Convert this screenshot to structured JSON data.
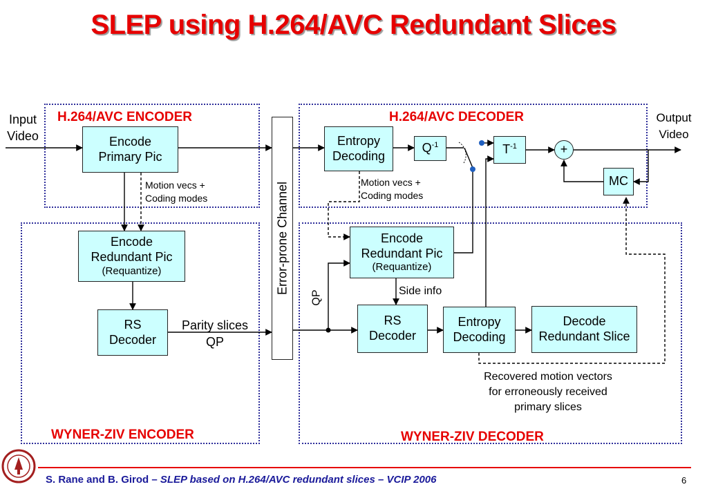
{
  "title": "SLEP using H.264/AVC Redundant Slices",
  "regions": {
    "avc_encoder": "H.264/AVC ENCODER",
    "avc_decoder": "H.264/AVC DECODER",
    "wz_encoder": "WYNER-ZIV ENCODER",
    "wz_decoder": "WYNER-ZIV DECODER"
  },
  "labels": {
    "input_video": [
      "Input",
      "Video"
    ],
    "output_video": [
      "Output",
      "Video"
    ],
    "motion_vecs_enc": [
      "Motion vecs +",
      "Coding modes"
    ],
    "motion_vecs_dec": [
      "Motion vecs +",
      "Coding modes"
    ],
    "parity_slices": "Parity slices",
    "qp_enc": "QP",
    "qp_dec": "QP",
    "side_info": "Side info",
    "recovered": [
      "Recovered motion vectors",
      "for erroneously received",
      "primary slices"
    ],
    "channel": "Error-prone Channel"
  },
  "blocks": {
    "encode_primary": [
      "Encode",
      "Primary Pic"
    ],
    "encode_redundant_enc": [
      "Encode",
      "Redundant Pic"
    ],
    "requantize_enc": "(Requantize)",
    "rs_decoder_enc": [
      "RS",
      "Decoder"
    ],
    "entropy_decoding_avc": [
      "Entropy",
      "Decoding"
    ],
    "q_inv": "Q",
    "q_inv_sup": "-1",
    "t_inv": "T",
    "t_inv_sup": "-1",
    "plus": "+",
    "mc": "MC",
    "encode_redundant_dec": [
      "Encode",
      "Redundant Pic"
    ],
    "requantize_dec": "(Requantize)",
    "rs_decoder_dec": [
      "RS",
      "Decoder"
    ],
    "entropy_decoding_wz": [
      "Entropy",
      "Decoding"
    ],
    "decode_redundant_slice": [
      "Decode",
      "Redundant Slice"
    ]
  },
  "footer": {
    "authors": "S. Rane and B. Girod –",
    "paper": "SLEP based on H.264/AVC redundant slices",
    "dash": "–",
    "venue": "VCIP 2006"
  },
  "page_number": "6",
  "colors": {
    "accent": "#e60000",
    "block_fill": "#ccffff",
    "region_border": "#2d2d9a",
    "footer_text": "#1a1a9a",
    "switch_dot": "#1f5fbf"
  }
}
